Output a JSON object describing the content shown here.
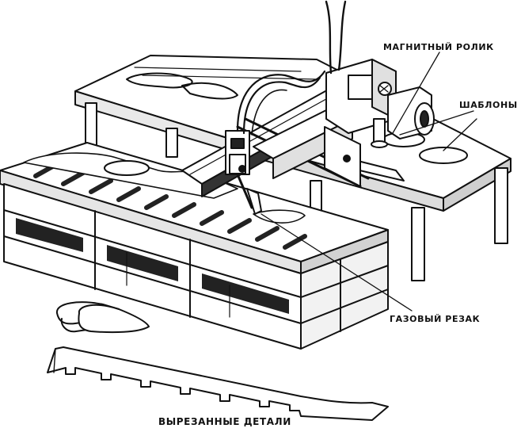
{
  "labels": {
    "magnetic_roller": "МАГНИТНЫЙ РОЛИК",
    "templates": "ШАБЛОНЫ",
    "gas_cutter": "ГАЗОВЫЙ РЕЗАК",
    "cut_parts": "ВЫРЕЗАННЫЕ ДЕТАЛИ"
  },
  "colors": {
    "ink": "#111111",
    "paper": "#ffffff"
  }
}
